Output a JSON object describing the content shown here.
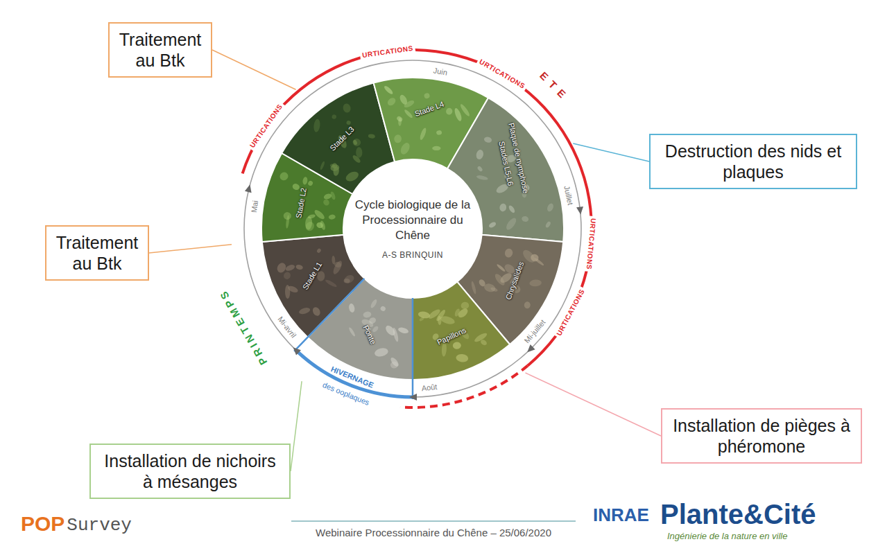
{
  "diagram": {
    "nodes": [
      {
        "text": [
          "Traitement au Btk"
        ]
      },
      {
        "text": [
          "Destruction des nids et plaques"
        ]
      },
      {
        "text": [
          "Traitement au Btk"
        ]
      },
      {
        "text": [
          "Cycle biologique de la Processionnaire du Chêne",
          "A-S BRINQUIN"
        ]
      },
      {
        "text": [
          "Installation de pièges à phéromone"
        ]
      },
      {
        "text": [
          "Installation de nichoirs à mésanges"
        ]
      }
    ],
    "labels": [
      "URTICATIONS",
      "URTICATIONS",
      "URTICATIONS",
      "URTICATIONS",
      "URTICATIONS",
      "ETE",
      "PRINTEMPS",
      "HIVERNAGE",
      "des ooplaques",
      "Mai",
      "Juin",
      "Juillet",
      "Mi-juillet",
      "Août",
      "Mi-avril",
      "Stade L1",
      "Stade L2",
      "Stade L3",
      "Stade L4",
      "Plaque de nymphose",
      "Stades L5-L6",
      "Chrysalides",
      "Papillons",
      "Ponte",
      "POP",
      "Survey",
      "Webinaire Processionnaire du Chêne – 25/06/2020",
      "INRAE",
      "Plante&Cité",
      "Ingénierie de la nature en ville"
    ]
  }
}
